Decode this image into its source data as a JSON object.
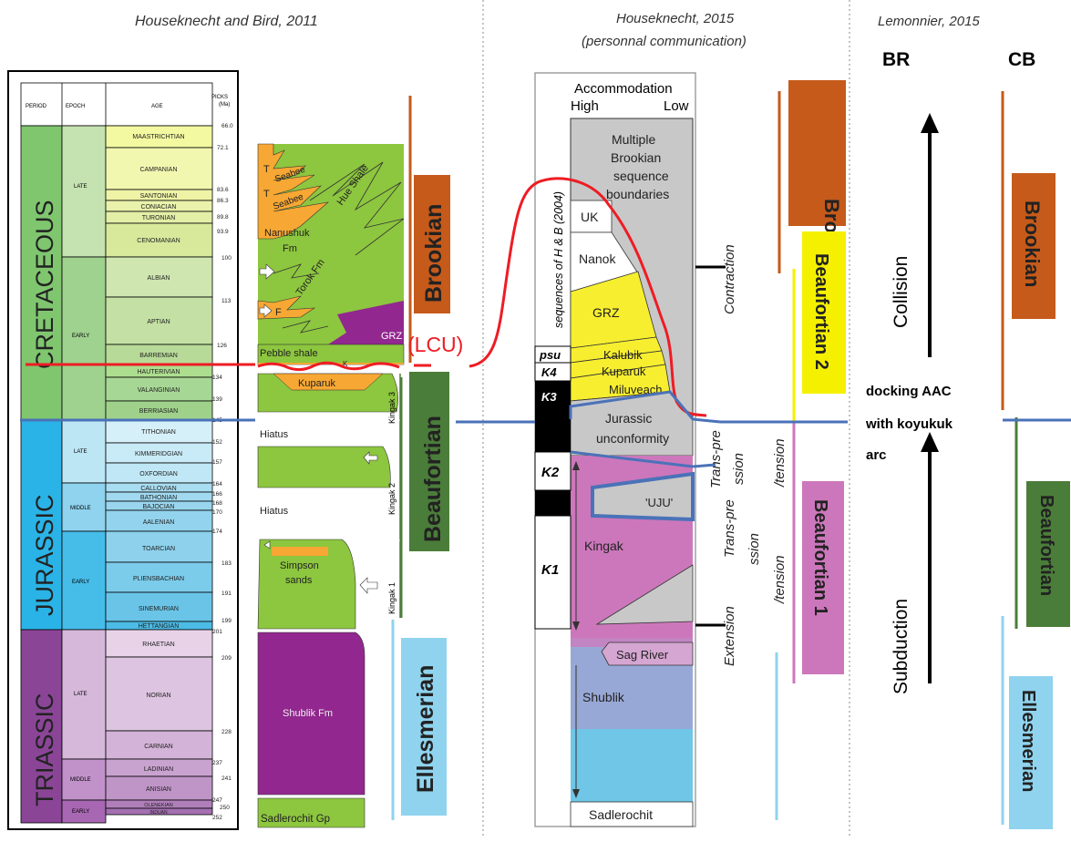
{
  "headers": {
    "left": "Houseknecht and Bird, 2011",
    "middle_1": "Houseknecht, 2015",
    "middle_2": "(personnal communication)",
    "right": "Lemonnier, 2015"
  },
  "timescale": {
    "col_headers": {
      "period": "PERIOD",
      "epoch": "EPOCH",
      "age": "AGE",
      "picks_1": "PICKS",
      "picks_2": "(Ma)"
    },
    "periods": [
      "CRETACEOUS",
      "JURASSIC",
      "TRIASSIC"
    ],
    "epochs": [
      "LATE",
      "EARLY",
      "LATE",
      "MIDDLE",
      "EARLY",
      "LATE",
      "MIDDLE",
      "EARLY"
    ],
    "ages": [
      "MAASTRICHTIAN",
      "CAMPANIAN",
      "SANTONIAN",
      "CONIACIAN",
      "TURONIAN",
      "CENOMANIAN",
      "ALBIAN",
      "APTIAN",
      "BARREMIAN",
      "HAUTERIVIAN",
      "VALANGINIAN",
      "BERRIASIAN",
      "TITHONIAN",
      "KIMMERIDGIAN",
      "OXFORDIAN",
      "CALLOVIAN",
      "BATHONIAN",
      "BAJOCIAN",
      "AALENIAN",
      "TOARCIAN",
      "PLIENSBACHIAN",
      "SINEMURIAN",
      "HETTANGIAN",
      "RHAETIAN",
      "NORIAN",
      "CARNIAN",
      "LADINIAN",
      "ANISIAN",
      "OLENEKIAN",
      "INDUAN"
    ],
    "picks": [
      "66.0",
      "72.1",
      "83.6",
      "86.3",
      "89.8",
      "93.9",
      "100",
      "113",
      "126",
      "134",
      "139",
      "145",
      "152",
      "157",
      "164",
      "166",
      "168",
      "170",
      "174",
      "183",
      "191",
      "199",
      "201",
      "209",
      "228",
      "237",
      "241",
      "247",
      "250",
      "252"
    ]
  },
  "strat_column": {
    "T_1": "T",
    "seabee_1": "Seabee",
    "T_2": "T",
    "seabee_2": "Seabee",
    "hue_shale": "Hue Shale",
    "nanushuk_1": "Nanushuk",
    "nanushuk_2": "Fm",
    "torok": "Torok Fm",
    "F": "F",
    "grz": "GRZ",
    "pebble": "Pebble shale",
    "K": "K",
    "kuparuk": "Kuparuk",
    "hiatus_1": "Hiatus",
    "hiatus_2": "Hiatus",
    "simpson_1": "Simpson",
    "simpson_2": "sands",
    "shublik": "Shublik Fm",
    "sadlerochit": "Sadlerochit Gp",
    "kingak_3": "Kingak 3",
    "kingak_2": "Kingak 2",
    "kingak_1": "Kingak 1"
  },
  "left_sequences": {
    "brookian": "Brookian",
    "lcu": "(LCU)",
    "beaufortian": "Beaufortian",
    "ellesmerian": "Ellesmerian"
  },
  "middle": {
    "accommodation": "Accommodation",
    "high": "High",
    "low": "Low",
    "multiple_1": "Multiple",
    "multiple_2": "Brookian",
    "multiple_3": "sequence",
    "multiple_4": "boundaries",
    "uk": "UK",
    "nanok": "Nanok",
    "grz": "GRZ",
    "kalubik": "Kalubik",
    "kuparuk": "Kuparuk",
    "miluveach": "Miluveach",
    "jurassic_1": "Jurassic",
    "jurassic_2": "unconformity",
    "uju": "'UJU'",
    "kingak": "Kingak",
    "sag_river": "Sag River",
    "shublik": "Shublik",
    "sadlerochit": "Sadlerochit",
    "psu": "psu",
    "K4": "K4",
    "K3": "K3",
    "K2": "K2",
    "K1": "K1",
    "seq_hb": "sequences of H & B (2004)",
    "contraction": "Contraction",
    "transpression_1a": "Trans-pre",
    "transpression_1b": "ssion",
    "tension_1": "/tension",
    "transpression_2a": "Trans-pre",
    "transpression_2b": "ssion",
    "tension_2": "/tension",
    "extension": "Extension",
    "brookian": "Brookian",
    "beaufortian_2": "Beaufortian 2",
    "beaufortian_1": "Beaufortian 1"
  },
  "right": {
    "br": "BR",
    "cb": "CB",
    "collision": "Collision",
    "subduction": "Subduction",
    "docking_1": "docking AAC",
    "docking_2": "with  koyukuk",
    "docking_3": "arc",
    "brookian": "Brookian",
    "beaufortian": "Beaufortian",
    "ellesmerian": "Ellesmerian"
  },
  "colors": {
    "brookian": "#c55a1a",
    "beaufortian": "#4b7d3a",
    "ellesmerian": "#8fd3ee",
    "beaufortian_2": "#f5f000",
    "beaufortian_1": "#cc77bb",
    "red": "#ee1c24",
    "blue": "#4a72b8"
  }
}
